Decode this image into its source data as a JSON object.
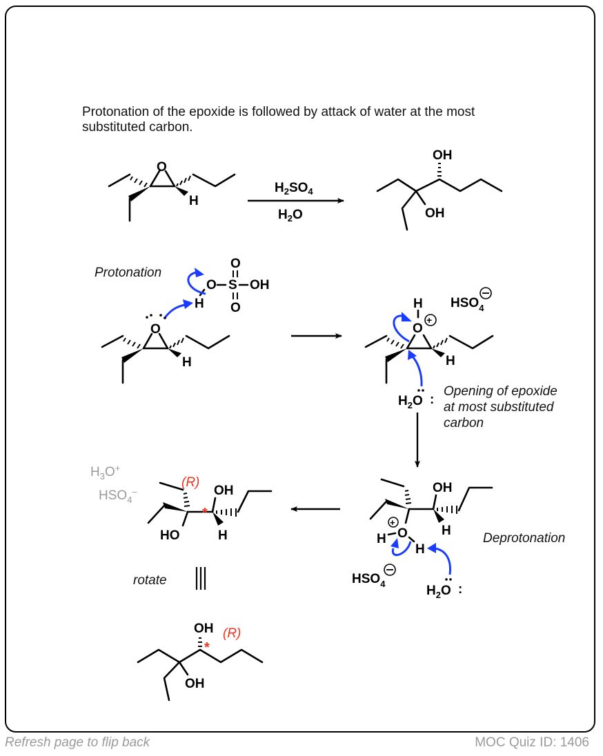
{
  "card": {
    "intro_text": "Protonation of the epoxide is followed by attack of water at the most substituted carbon."
  },
  "overall_reaction": {
    "reagent_top": {
      "main": "H",
      "sub1": "2",
      "mid": "SO",
      "sub2": "4"
    },
    "reagent_bottom": {
      "main": "H",
      "sub1": "2",
      "end": "O"
    },
    "starting_material": {
      "epoxide_O": "O",
      "H": "H"
    },
    "product": {
      "oh_top": "OH",
      "oh_bottom": "OH"
    }
  },
  "step1": {
    "label": "Protonation",
    "acid": {
      "O_left": "O",
      "S": "S",
      "O_top": "O",
      "O_bottom": "O",
      "OH": "OH",
      "H": "H",
      "dash1": "–",
      "dash2": "–"
    },
    "epoxide": {
      "O": "O",
      "H": "H"
    }
  },
  "step2": {
    "oxonium": {
      "H": "H",
      "O": "O",
      "charge": "+",
      "H_ring": "H"
    },
    "counterion": {
      "main": "HSO",
      "sub": "4",
      "charge": "−"
    },
    "nucleophile": {
      "main": "H",
      "sub": "2",
      "end": "O",
      "colon": ":"
    },
    "label_lines": [
      "Opening of epoxide",
      "at most substituted",
      "carbon"
    ]
  },
  "step3": {
    "label": "Deprotonation",
    "intermediate": {
      "OH": "OH",
      "H": "H",
      "O": "O",
      "H_left": "H",
      "H_right": "H",
      "charge": "+"
    },
    "counterion": {
      "main": "HSO",
      "sub": "4",
      "charge": "−"
    },
    "base": {
      "main": "H",
      "sub": "2",
      "end": "O",
      "colon": ":"
    }
  },
  "step4": {
    "byproducts": [
      {
        "main": "H",
        "sub": "3",
        "end": "O",
        "sup": "+"
      },
      {
        "main": "HSO",
        "sub": "4",
        "sup": "–"
      }
    ],
    "product": {
      "OH": "OH",
      "HO": "HO",
      "H": "H",
      "stereo_label": "(R)",
      "stereo_marker": "*"
    },
    "rotate_label": "rotate",
    "equivalence_symbol": "|||"
  },
  "final_product": {
    "oh_top": "OH",
    "oh_bottom": "OH",
    "stereo_label": "(R)",
    "stereo_marker": "*"
  },
  "footer": {
    "left": "Refresh page to flip back",
    "right": "MOC Quiz ID: 1406"
  },
  "colors": {
    "arrow_blue": "#1a3cff",
    "stereo_red": "#f0321e",
    "muted_gray": "#999999"
  }
}
